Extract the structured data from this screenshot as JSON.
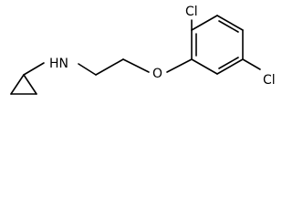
{
  "molecule": {
    "atoms": {
      "nh": "HN",
      "o": "O",
      "cl_top": "Cl",
      "cl_right": "Cl"
    }
  },
  "colors": {
    "background": "#ffffff",
    "bond": "#000000",
    "label": "#000000"
  }
}
